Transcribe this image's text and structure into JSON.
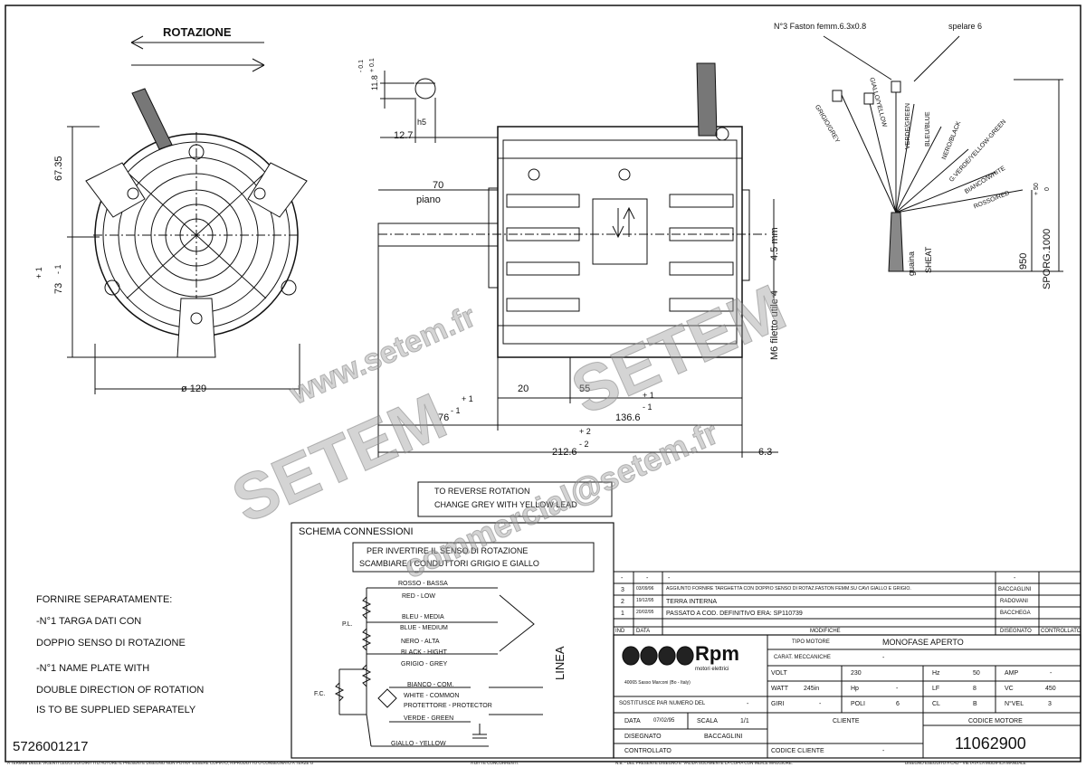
{
  "drawing": {
    "rotation_label": "ROTAZIONE",
    "top_view": {
      "dim_67": "67.35",
      "dim_73": "73",
      "tol_73_plus": "+ 1",
      "tol_73_minus": "- 1",
      "dim_129": "ø 129"
    },
    "shaft_detail": {
      "dim_118": "11.8",
      "tol_plus": "+ 0.1",
      "tol_minus": "- 0.1",
      "fit": "h5",
      "dim_127": "12.7"
    },
    "side_view": {
      "dim_70": "70",
      "piano": "piano",
      "thread": "M6 filetto utile 4",
      "dim_45mm": "4.5 mm",
      "dim_20": "20",
      "dim_55": "55",
      "dim_76": "76",
      "tol_76_plus": "+ 1",
      "tol_76_minus": "- 1",
      "dim_1366": "136.6",
      "tol_1366_plus": "+ 1",
      "tol_1366_minus": "- 1",
      "dim_2126": "212.6",
      "tol_2126_plus": "+ 2",
      "tol_2126_minus": "- 2",
      "dim_63": "6.3"
    },
    "leads": {
      "faston": "N°3 Faston femm.6.3x0.8",
      "spelare": "spelare 6",
      "wires": [
        "GRIGIO/GREY",
        "GIALLO/YELLOW",
        "VERDE/GREEN",
        "BLEU/BLUE",
        "NERO/BLACK",
        "G.VERDE/YELLOW-GREEN",
        "BIANCO/WHITE",
        "ROSSO/RED"
      ],
      "guaina": "guaina",
      "sheat": "SHEAT",
      "dim_950": "950",
      "sporg": "SPORG.1000",
      "tol_plus": "+ 50",
      "tol_zero": "0"
    },
    "reverse_note": [
      "TO REVERSE ROTATION",
      "CHANGE GREY WITH YELLOW LEAD"
    ]
  },
  "schema": {
    "title": "SCHEMA CONNESSIONI",
    "note": [
      "PER INVERTIRE IL SENSO DI ROTAZIONE",
      "SCAMBIARE I CONDUTTORI GRIGIO E GIALLO"
    ],
    "labels": [
      "ROSSO - BASSA",
      "RED - LOW",
      "BLEU - MEDIA",
      "BLUE - MEDIUM",
      "NERO - ALTA",
      "BLACK - HIGHT",
      "GRIGIO - GREY",
      "BIANCO - COM.",
      "WHITE - COMMON",
      "PROTETTORE - PROTECTOR",
      "VERDE - GREEN",
      "GIALLO - YELLOW"
    ],
    "pl": "P.L.",
    "fc": "F.C.",
    "linea": "LINEA"
  },
  "left_notes": [
    "FORNIRE SEPARATAMENTE:",
    "-N°1 TARGA DATI CON",
    "DOPPIO SENSO DI ROTAZIONE",
    "-N°1 NAME PLATE WITH",
    "DOUBLE DIRECTION OF ROTATION",
    "IS TO BE SUPPLIED SEPARATELY"
  ],
  "drawing_code": "5726001217",
  "revisions": {
    "rows": [
      {
        "ind": "-",
        "data": "-",
        "mod": "-",
        "dis": "-",
        "ctrl": ""
      },
      {
        "ind": "3",
        "data": "03/09/96",
        "mod": "AGGIUNTO FORNIRE TARGHETTA CON DOPPIO SENSO DI ROTAZ.FASTON FEMM.SU CAVI GIALLO E GRIGIO.",
        "dis": "BACCAGLINI",
        "ctrl": ""
      },
      {
        "ind": "2",
        "data": "19/12/95",
        "mod": "TERRA INTERNA",
        "dis": "RADOVANI",
        "ctrl": ""
      },
      {
        "ind": "1",
        "data": "20/02/95",
        "mod": "PASSATO A COD. DEFINITIVO ERA: SP110739",
        "dis": "BACCHEGA",
        "ctrl": ""
      }
    ],
    "headers": {
      "ind": "IND",
      "data": "DATA",
      "mod": "MODIFICHE",
      "dis": "DISEGNATO",
      "ctrl": "CONTROLLATO"
    }
  },
  "titleblock": {
    "brand": "Rpm",
    "brand_sub": "motori elettrici",
    "address": "40065 Sasso Marconi (Bo - Italy)",
    "tipo_label": "TIPO MOTORE",
    "tipo_value": "MONOFASE APERTO",
    "carat_label": "CARAT. MECCANICHE",
    "carat_value": "-",
    "sostituisce": "SOSTITUISCE PAR NUMERO DEL",
    "sostituisce_value": "-",
    "data_label": "DATA",
    "data_value": "07/02/95",
    "scala_label": "SCALA",
    "scala_value": "1/1",
    "disegnato_label": "DISEGNATO",
    "disegnato_value": "BACCAGLINI",
    "controllato_label": "CONTROLLATO",
    "cliente_label": "CLIENTE",
    "codice_cliente_label": "CODICE CLIENTE",
    "codice_cliente_value": "-",
    "codice_motore_label": "CODICE MOTORE",
    "codice_motore_value": "11062900",
    "specs": {
      "volt_label": "VOLT",
      "volt": "230",
      "hz_label": "Hz",
      "hz": "50",
      "amp_label": "AMP",
      "amp": "-",
      "watt_label": "WATT",
      "watt": "245in",
      "hp_label": "Hp",
      "hp": "-",
      "lf_label": "LF",
      "lf": "8",
      "vc_label": "VC",
      "vc": "450",
      "giri_label": "GIRI",
      "giri": "-",
      "poli_label": "POLI",
      "poli": "6",
      "cl_label": "CL",
      "cl": "B",
      "nvel_label": "N°VEL",
      "nvel": "3"
    }
  },
  "footer": {
    "left": "A TERMINI DELLE VIGENTI LEGGI SUI DIRITTI D'AUTORE IL PRESENTE DISEGNO NON POTRA' ESSERE COPIATO, RIPRODOTTO O CONSEGNATO A TERZE O",
    "mid": "A DITTE CONCORRENTI.",
    "right": "N.B. - DEL PRESENTE DISEGNO E' VALIDA SOLAMENTE LA COPIA CON INDICE MAGGIORE.",
    "far": "DISEGNO ESEGUITO A CAD - VIETATA LA MODIFICA MANUALE"
  },
  "watermark": {
    "site": "www.setem.fr",
    "brand": "SETEM",
    "brand2": "SETEM",
    "email": "commercial@setem.fr"
  }
}
